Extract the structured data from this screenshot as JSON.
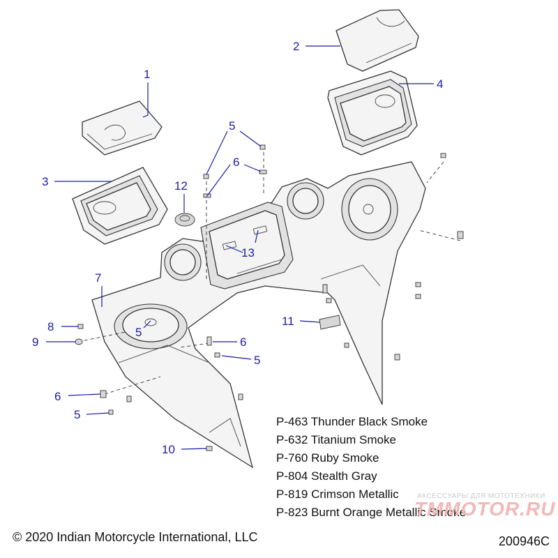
{
  "callouts": {
    "c1": "1",
    "c2": "2",
    "c3": "3",
    "c4": "4",
    "c5a": "5",
    "c5b": "5",
    "c5c": "5",
    "c5d": "5",
    "c6a": "6",
    "c6b": "6",
    "c6c": "6",
    "c7": "7",
    "c8": "8",
    "c9": "9",
    "c10": "10",
    "c11": "11",
    "c12": "12",
    "c13": "13"
  },
  "color_options": [
    "P-463 Thunder Black Smoke",
    "P-632 Titanium Smoke",
    "P-760 Ruby Smoke",
    "P-804 Stealth Gray",
    "P-819 Crimson Metallic",
    "P-823 Burnt Orange Metallic Smoke"
  ],
  "watermark": {
    "tagline": "АКСЕССУАРЫ ДЛЯ МОТОТЕХНИКИ",
    "brand": "TMMOTOR.RU"
  },
  "copyright": "© 2020 Indian Motorcycle International, LLC",
  "drawing_number": "200946C",
  "colors": {
    "callout_blue": "#1a1aa6",
    "line_art": "#333333",
    "watermark": "#f2b8b8"
  }
}
